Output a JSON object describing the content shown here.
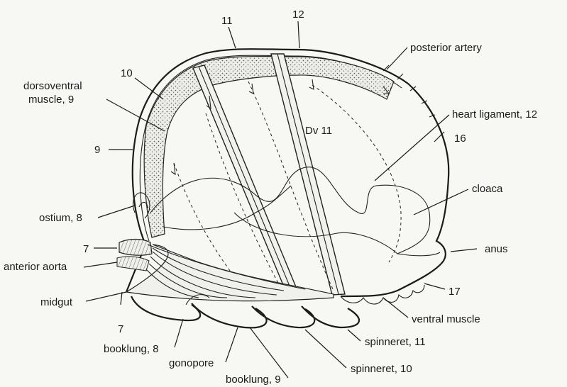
{
  "labels": {
    "n11": "11",
    "n12": "12",
    "posterior_artery": "posterior artery",
    "n10": "10",
    "dorsoventral_l1": "dorsoventral",
    "dorsoventral_l2": "muscle, 9",
    "heart_ligament": "heart ligament, 12",
    "dv11": "Dv 11",
    "n16": "16",
    "n9": "9",
    "cloaca": "cloaca",
    "ostium": "ostium, 8",
    "n7a": "7",
    "anus": "anus",
    "anterior_aorta": "anterior aorta",
    "n17": "17",
    "midgut": "midgut",
    "ventral_muscle": "ventral muscle",
    "n7b": "7",
    "spinneret11": "spinneret, 11",
    "booklung8": "booklung, 8",
    "gonopore": "gonopore",
    "spinneret10": "spinneret, 10",
    "booklung9": "booklung, 9"
  }
}
